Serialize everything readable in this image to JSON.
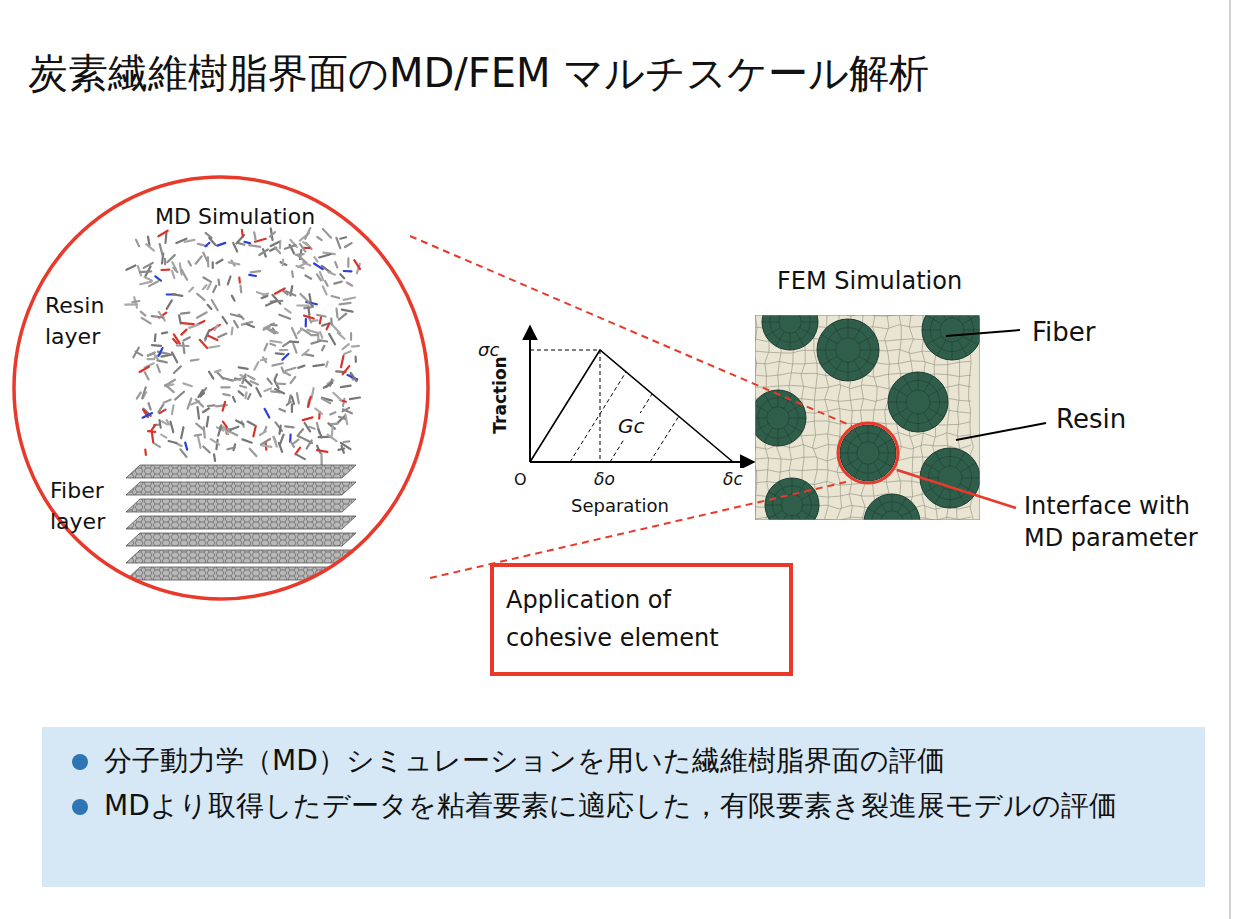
{
  "diagram": {
    "title": "炭素繊維樹脂界面のMD/FEM マルチスケール解析",
    "nodes": [
      {
        "text": [
          "MD Simulation",
          "Resin layer",
          "Fiber layer"
        ]
      },
      {
        "text": [
          "FEM Simulation"
        ]
      },
      {
        "text": [
          "Application of cohesive element"
        ]
      },
      {
        "text": [
          "分子動力学（MD）シミュレーションを用いた繊維樹脂界面の評価",
          "MDより取得したデータを粘着要素に適応した，有限要素き裂進展モデルの評価"
        ]
      }
    ],
    "edges": [],
    "labels": [
      "σc",
      "Traction",
      "O",
      "δo",
      "Separation",
      "δc",
      "Gc",
      "Fiber",
      "Resin",
      "Interface with MD parameter"
    ]
  }
}
